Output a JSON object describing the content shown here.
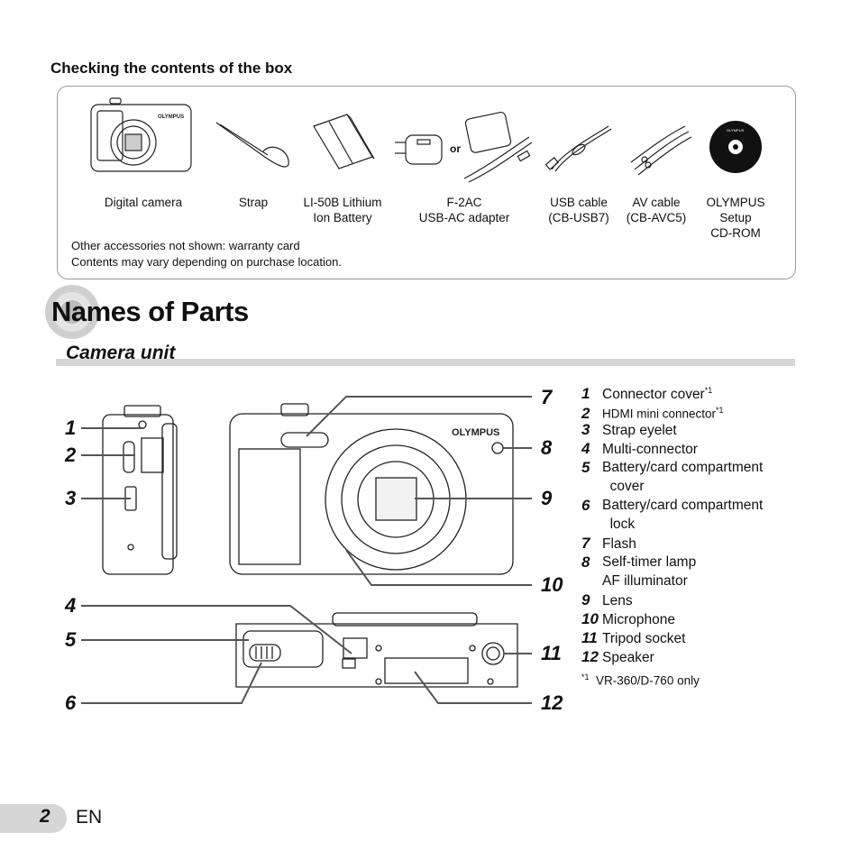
{
  "box_section": {
    "title": "Checking the contents of the box",
    "items": [
      {
        "label": "Digital camera",
        "icon": "camera-icon"
      },
      {
        "label": "Strap",
        "icon": "strap-icon"
      },
      {
        "label": "LI-50B Lithium\nIon Battery",
        "icon": "battery-icon"
      },
      {
        "label": "F-2AC\nUSB-AC adapter",
        "icon": "usb-ac-adapter-icon"
      },
      {
        "label": "USB cable\n(CB-USB7)",
        "icon": "usb-cable-icon"
      },
      {
        "label": "AV cable\n(CB-AVC5)",
        "icon": "av-cable-icon"
      },
      {
        "label": "OLYMPUS\nSetup\nCD-ROM",
        "icon": "cd-rom-icon"
      }
    ],
    "or_label": "or",
    "note_1": "Other accessories not shown: warranty card",
    "note_2": "Contents may vary depending on purchase location.",
    "brand": "OLYMPUS"
  },
  "names_section": {
    "title": "Names of Parts",
    "subtitle": "Camera unit",
    "parts": [
      {
        "num": "1",
        "label": "Connector cover",
        "sup": "*1"
      },
      {
        "num": "2",
        "label": "HDMI mini connector",
        "sup": "*1"
      },
      {
        "num": "3",
        "label": "Strap eyelet"
      },
      {
        "num": "4",
        "label": "Multi-connector"
      },
      {
        "num": "5",
        "label": "Battery/card compartment\n  cover"
      },
      {
        "num": "6",
        "label": "Battery/card compartment\n  lock"
      },
      {
        "num": "7",
        "label": "Flash"
      },
      {
        "num": "8",
        "label": "Self-timer lamp\nAF illuminator"
      },
      {
        "num": "9",
        "label": "Lens"
      },
      {
        "num": "10",
        "label": "Microphone"
      },
      {
        "num": "11",
        "label": "Tripod socket"
      },
      {
        "num": "12",
        "label": "Speaker"
      }
    ],
    "footnote_mark": "*1",
    "footnote_text": "VR-360/D-760 only",
    "camera_brand": "OLYMPUS"
  },
  "footer": {
    "page": "2",
    "lang": "EN"
  }
}
